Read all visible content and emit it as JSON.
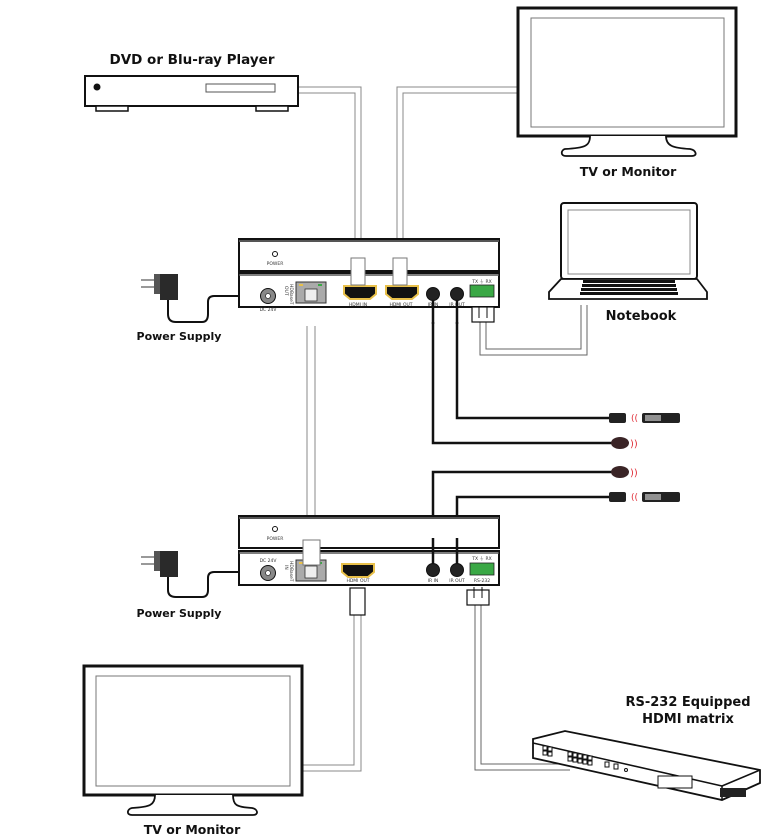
{
  "diagram": {
    "type": "HDBaseT extender connection diagram",
    "devices": {
      "source": {
        "label": "DVD or Blu-ray Player"
      },
      "tv_top": {
        "label": "TV or Monitor"
      },
      "notebook": {
        "label": "Notebook"
      },
      "tv_bottom": {
        "label": "TV or Monitor"
      },
      "matrix": {
        "label_line1": "RS-232 Equipped",
        "label_line2": "HDMI matrix"
      },
      "psu_top": {
        "label": "Power Supply"
      },
      "psu_bottom": {
        "label": "Power Supply"
      }
    },
    "transmitter": {
      "power_label": "POWER",
      "dc_label": "DC 24V",
      "hdbaset_label_line1": "HDBaseT",
      "hdbaset_label_line2": "OUT",
      "hdmi_in_label": "HDMI IN",
      "hdmi_out_label": "HDMI OUT",
      "ir_in_label": "IR IN",
      "ir_out_label": "IR OUT",
      "rs232_pins": "TX  ⏚  RX"
    },
    "receiver": {
      "power_label": "POWER",
      "dc_label": "DC 24V",
      "hdbaset_label_line1": "HDBaseT",
      "hdbaset_label_line2": "IN",
      "hdmi_out_label": "HDMI OUT",
      "ir_in_label": "IR IN",
      "ir_out_label": "IR OUT",
      "rs232_label": "RS-232",
      "rs232_pins": "TX  ⏚  RX"
    },
    "colors": {
      "line": "#111111",
      "cable_outline": "#777777",
      "hdmi_gold": "#e8c04a",
      "terminal_green": "#3aa845",
      "ir_wave": "#e0303a",
      "ir_receiver": "#3a2426"
    }
  }
}
